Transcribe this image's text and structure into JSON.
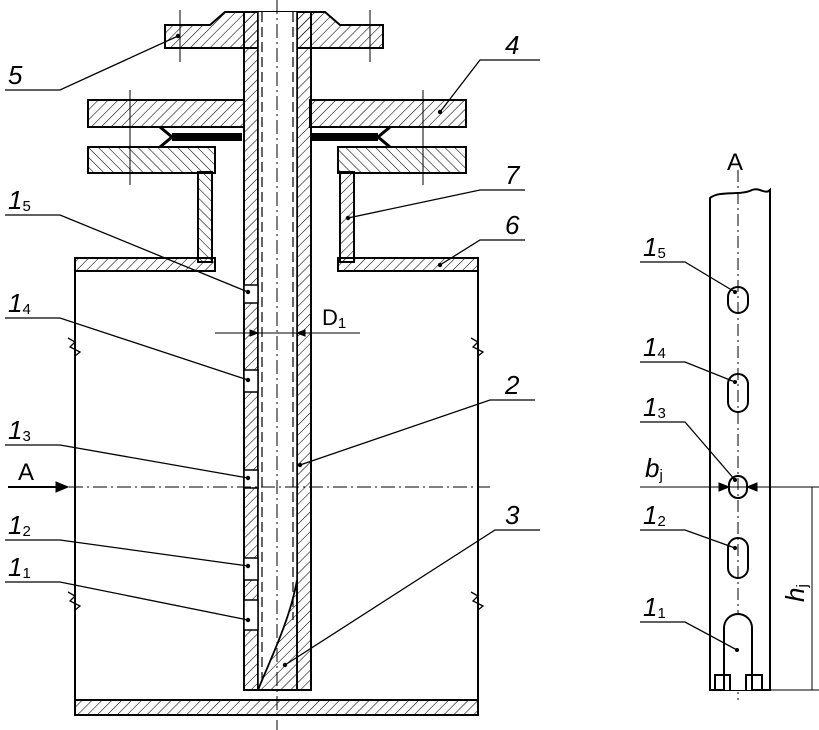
{
  "main_view": {
    "labels": {
      "l5": "5",
      "l4": "4",
      "l7": "7",
      "l6": "6",
      "l2": "2",
      "l3": "3",
      "one": "1",
      "sub5": "5",
      "sub4": "4",
      "sub3": "3",
      "sub2": "2",
      "sub1": "1",
      "diameter": "D",
      "diameter_sub": "1",
      "section_arrow": "A"
    }
  },
  "section_view": {
    "title": "A",
    "width_label": "b",
    "width_sub": "j",
    "height_label": "h",
    "height_sub": "j",
    "sub5": "5",
    "sub4": "4",
    "sub3": "3",
    "sub2": "2",
    "sub1": "1"
  },
  "colors": {
    "line": "#000000",
    "background": "#ffffff"
  }
}
